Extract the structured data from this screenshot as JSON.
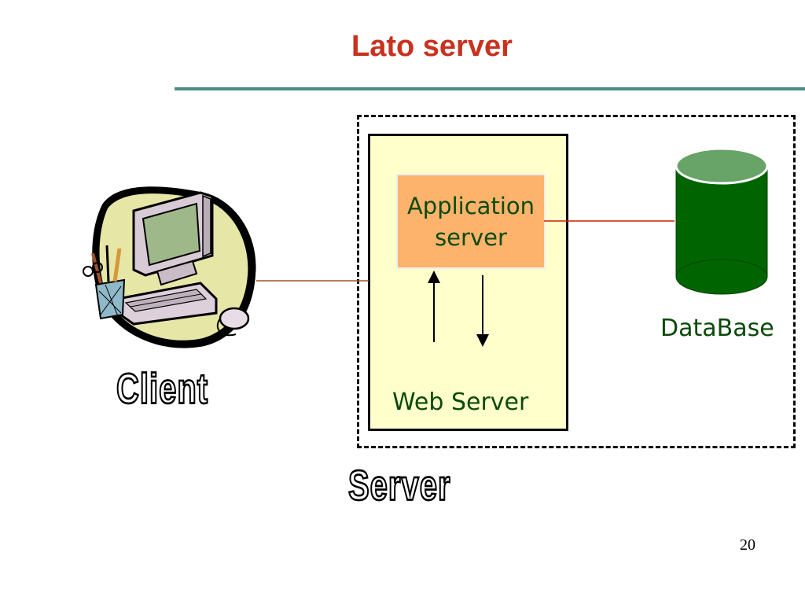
{
  "slide": {
    "title": "Lato server",
    "page_number": "20"
  },
  "diagram": {
    "client_label": "Client",
    "server_label": "Server",
    "web_server_label": "Web Server",
    "application_server_label": "Application\nserver",
    "database_label": "DataBase"
  },
  "icons": {
    "client": "computer-clipart-icon",
    "database": "cylinder-database-icon"
  },
  "colors": {
    "title": "#c8321e",
    "rule": "#4a8a8a",
    "web_server_fill": "#ffffcc",
    "app_server_fill": "#fdb36b",
    "database_fill": "#006400",
    "database_top": "#68a368",
    "label_text": "#0b4a0b",
    "client_connector": "#a0522d",
    "db_connector": "#cc2200"
  }
}
